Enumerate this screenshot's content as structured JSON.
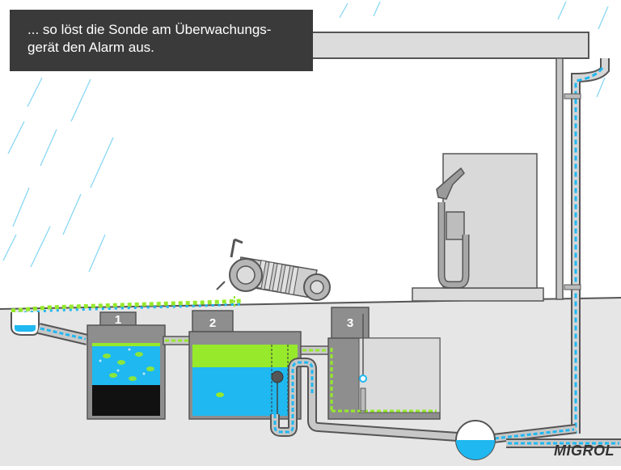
{
  "caption": {
    "line1": "... so löst die Sonde am Überwachungs-",
    "line2": "gerät den Alarm aus."
  },
  "tanks": [
    {
      "number": "1"
    },
    {
      "number": "2"
    },
    {
      "number": "3"
    }
  ],
  "brand": "MIGROL",
  "colors": {
    "background": "#ffffff",
    "ground": "#e6e6e6",
    "structure": "#9a9a9a",
    "outline": "#555555",
    "water": "#1fb8f0",
    "oil": "#96ea2b",
    "rain": "#4cc3ef",
    "caption_bg": "#3a3a3a",
    "caption_text": "#ffffff"
  }
}
